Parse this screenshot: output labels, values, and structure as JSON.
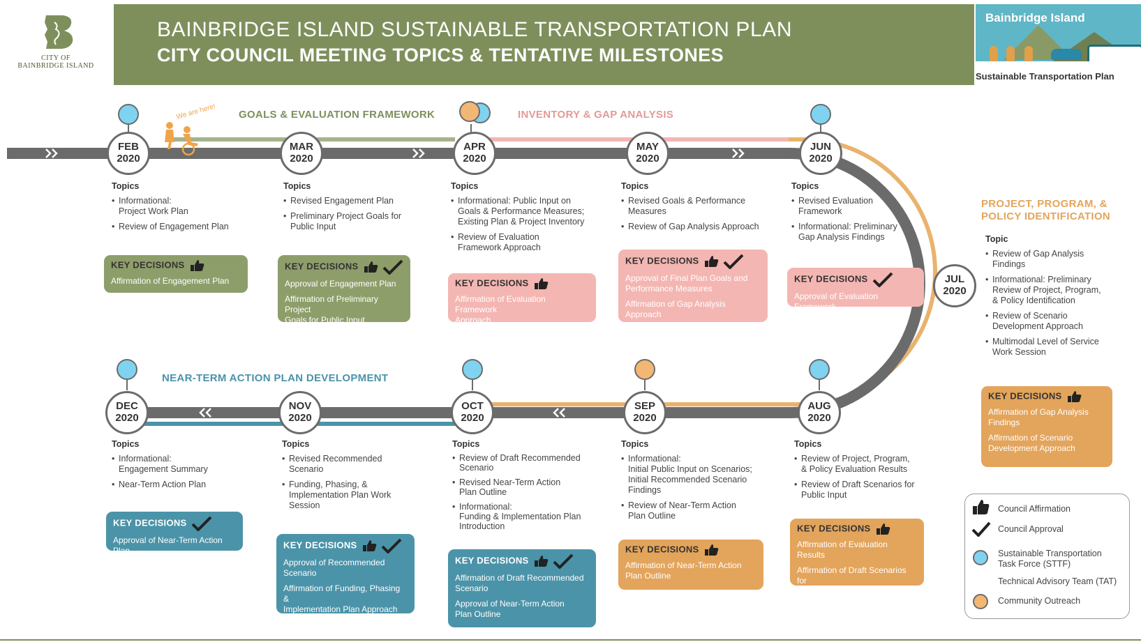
{
  "header": {
    "title_line1": "BAINBRIDGE ISLAND SUSTAINABLE TRANSPORTATION PLAN",
    "title_line2": "CITY COUNCIL MEETING TOPICS & TENTATIVE MILESTONES",
    "city_logo_text": "CITY OF\nBAINBRIDGE ISLAND",
    "plan_logo_top": "Bainbridge Island",
    "plan_logo_bottom": "Sustainable Transportation Plan"
  },
  "colors": {
    "olive": "#7e8f5c",
    "green_box": "#8e9e6a",
    "pink_box": "#f4b6b2",
    "orange_box": "#e3a45b",
    "blue_box": "#4b93a8",
    "track": "#6b6b6b",
    "sttf_blue": "#7fd3f0",
    "outreach_orange": "#f2b774"
  },
  "we_are_here": "We are here!",
  "sections": {
    "goals": "GOALS & EVALUATION FRAMEWORK",
    "inventory": "INVENTORY & GAP ANALYSIS",
    "project": "PROJECT, PROGRAM, &\nPOLICY IDENTIFICATION",
    "nearterm": "NEAR-TERM ACTION PLAN DEVELOPMENT"
  },
  "key_decisions_label": "KEY DECISIONS",
  "topics_label": "Topics",
  "topic_label_jul": "Topic",
  "months": {
    "feb": {
      "month": "FEB",
      "year": "2020",
      "topics": [
        "Informational:\nProject Work Plan",
        "Review of Engagement Plan"
      ],
      "decisions": [
        "Affirmation of Engagement Plan"
      ]
    },
    "mar": {
      "month": "MAR",
      "year": "2020",
      "topics": [
        "Revised Engagement Plan",
        "Preliminary Project Goals for\nPublic Input"
      ],
      "decisions": [
        "Approval of Engagement Plan",
        "Affirmation of Preliminary Project\nGoals for Public Input"
      ]
    },
    "apr": {
      "month": "APR",
      "year": "2020",
      "topics": [
        "Informational: Public Input on\nGoals & Performance Measures;\nExisting Plan & Project Inventory",
        "Review of Evaluation\nFramework Approach"
      ],
      "decisions": [
        "Affirmation of Evaluation Framework\nApproach"
      ]
    },
    "may": {
      "month": "MAY",
      "year": "2020",
      "topics": [
        "Revised Goals & Performance\nMeasures",
        "Review of Gap Analysis Approach"
      ],
      "decisions": [
        "Approval of Final Plan Goals and\nPerformance Measures",
        "Affirmation of Gap Analysis Approach"
      ]
    },
    "jun": {
      "month": "JUN",
      "year": "2020",
      "topics": [
        "Revised Evaluation\nFramework",
        "Informational: Preliminary\nGap Analysis Findings"
      ],
      "decisions": [
        "Approval of Evaluation Framework"
      ]
    },
    "jul": {
      "month": "JUL",
      "year": "2020",
      "topics": [
        "Review of Gap Analysis\nFindings",
        "Informational: Preliminary\nReview of Project, Program,\n& Policy Identification",
        "Review of Scenario\nDevelopment Approach",
        "Multimodal Level of Service\nWork Session"
      ],
      "decisions": [
        "Affirmation of Gap Analysis\nFindings",
        "Affirmation of Scenario\nDevelopment Approach"
      ]
    },
    "aug": {
      "month": "AUG",
      "year": "2020",
      "topics": [
        "Review of  Project, Program,\n& Policy Evaluation Results",
        "Review of Draft Scenarios for\nPublic Input"
      ],
      "decisions": [
        "Affirmation of Evaluation Results",
        "Affirmation of Draft Scenarios for\nPublic Input"
      ]
    },
    "sep": {
      "month": "SEP",
      "year": "2020",
      "topics": [
        "Informational:\nInitial Public Input on Scenarios;\nInitial Recommended Scenario\nFindings",
        "Review of Near-Term Action\nPlan Outline"
      ],
      "decisions": [
        "Affirmation of Near-Term Action\nPlan Outline"
      ]
    },
    "oct": {
      "month": "OCT",
      "year": "2020",
      "topics": [
        "Review of Draft Recommended\nScenario",
        "Revised Near-Term Action\nPlan Outline",
        "Informational:\nFunding & Implementation Plan\nIntroduction"
      ],
      "decisions": [
        "Affirmation of Draft Recommended\nScenario",
        "Approval of Near-Term Action\nPlan Outline"
      ]
    },
    "nov": {
      "month": "NOV",
      "year": "2020",
      "topics": [
        "Revised Recommended\nScenario",
        "Funding, Phasing, &\nImplementation Plan Work\nSession"
      ],
      "decisions": [
        "Approval of Recommended\nScenario",
        "Affirmation of Funding, Phasing &\nImplementation Plan Approach"
      ]
    },
    "dec": {
      "month": "DEC",
      "year": "2020",
      "topics": [
        "Informational:\nEngagement Summary",
        "Near-Term Action Plan"
      ],
      "decisions": [
        "Approval of Near-Term Action Plan"
      ]
    }
  },
  "legend": {
    "affirmation": "Council Affirmation",
    "approval": "Council Approval",
    "sttf": "Sustainable Transportation\nTask Force (STTF)",
    "tat": "Technical Advisory Team (TAT)",
    "outreach": "Community Outreach"
  }
}
